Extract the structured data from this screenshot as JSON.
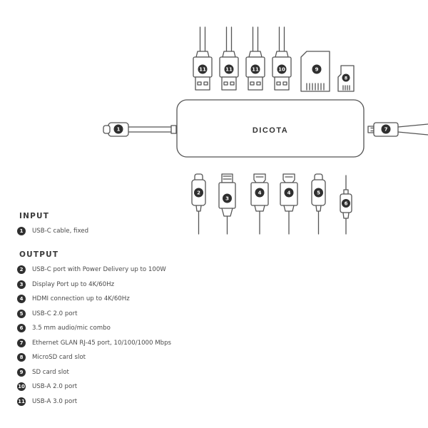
{
  "brand": {
    "logo_text": "DICOTA"
  },
  "ports": {
    "top": [
      "11",
      "11",
      "11",
      "10",
      "9",
      "8"
    ],
    "left": "1",
    "right": "7",
    "bottom": [
      "2",
      "3",
      "4",
      "4",
      "5",
      "6"
    ]
  },
  "legend": {
    "input_heading": "INPUT",
    "input_items": [
      {
        "num": "1",
        "text": "USB-C cable, fixed"
      }
    ],
    "output_heading": "OUTPUT",
    "output_items": [
      {
        "num": "2",
        "text": "USB-C port with Power Delivery up to 100W"
      },
      {
        "num": "3",
        "text": "Display Port up to 4K/60Hz"
      },
      {
        "num": "4",
        "text": "HDMI connection up to 4K/60Hz"
      },
      {
        "num": "5",
        "text": "USB-C 2.0 port"
      },
      {
        "num": "6",
        "text": "3.5 mm audio/mic combo"
      },
      {
        "num": "7",
        "text": "Ethernet GLAN RJ-45 port, 10/100/1000 Mbps"
      },
      {
        "num": "8",
        "text": "MicroSD card slot"
      },
      {
        "num": "9",
        "text": "SD card slot"
      },
      {
        "num": "10",
        "text": "USB-A 2.0 port"
      },
      {
        "num": "11",
        "text": "USB-A 3.0 port"
      }
    ]
  }
}
